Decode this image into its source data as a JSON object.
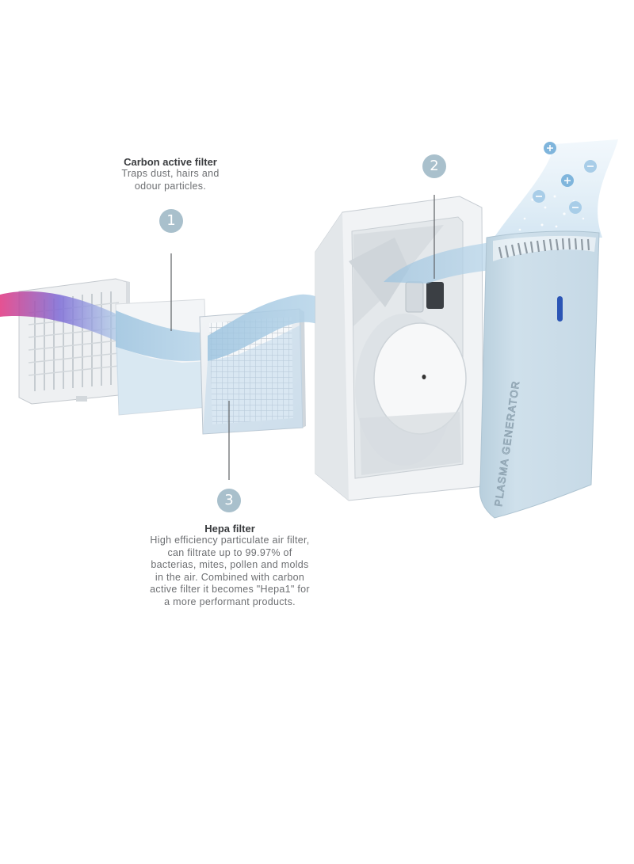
{
  "labels": {
    "carbon": {
      "title": "Carbon active filter",
      "lines": [
        "Traps dust, hairs and",
        "odour particles."
      ]
    },
    "hepa": {
      "title": "Hepa filter",
      "lines": [
        "High efficiency particulate air filter,",
        "can filtrate up to 99.97% of",
        "bacterias, mites, pollen and molds",
        "in the air. Combined with carbon",
        "active filter it becomes \"Hepa1\" for",
        "a more performant products."
      ]
    }
  },
  "badges": [
    "1",
    "2",
    "3"
  ],
  "panel_text": "PLASMA GENERATOR",
  "colors": {
    "badge": "#a9c0cc",
    "panel": "#c9dce8",
    "airflow": "#9cc3df",
    "inlet_pink": "#e0337f",
    "inlet_violet": "#7c6ad6",
    "text_dark": "#3a3c3f",
    "text_light": "#6d6f72"
  }
}
